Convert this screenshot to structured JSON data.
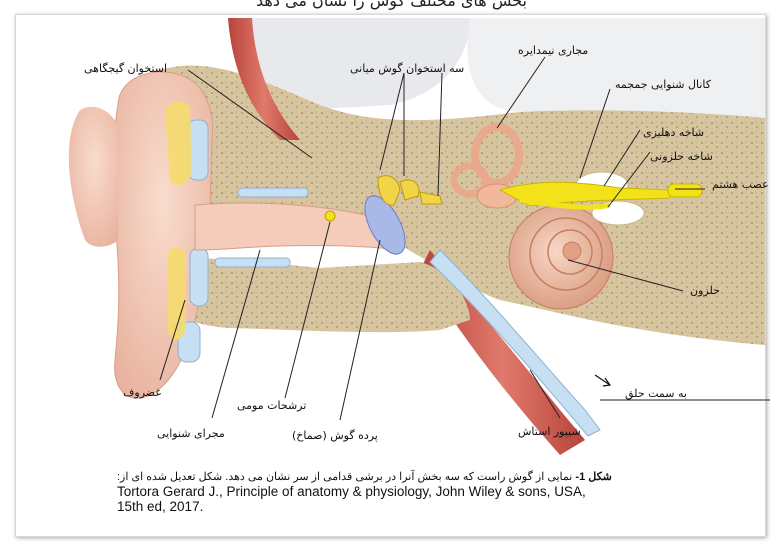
{
  "header_text": "بخش های مختلف گوش را نشان می دهد",
  "labels": {
    "zygomatic_bone": "استخوان گیجگاهی",
    "middle_ear_ossicles": "سه استخوان گوش میانی",
    "semicircular_canals": "مجاری نیمدایره",
    "internal_auditory_canal": "کانال شنوایی جمجمه",
    "vestibular_branch": "شاخه دهلیزی",
    "cochlear_branch": "شاخه حلزونی",
    "eighth_nerve": "عصب هشتم",
    "cochlea": "حلزون",
    "to_throat": "به سمت حلق",
    "eustachian_tube": "شیپور استاش",
    "eardrum": "پرده گوش (صماخ)",
    "ear_canal": "مجرای شنوایی",
    "earwax": "ترشحات مومی",
    "cartilage": "غضروف"
  },
  "caption": {
    "fig_label": "شکل 1-",
    "fig_text": " نمایی از گوش راست که سه بخش آنرا در برشی قدامی از سر نشان می دهد. شکل تعدیل شده ای از:",
    "citation_line1": "Tortora Gerard J., Principle of anatomy & physiology, John Wiley & sons, USA,",
    "citation_line2": "15th ed, 2017."
  },
  "colors": {
    "bone": "#d9c8a6",
    "skin": "#f2c9b8",
    "nerve": "#f3e21a",
    "membrane": "#a9b8e6",
    "cartilage": "#c6dff2",
    "muscle": "#c9534a"
  }
}
